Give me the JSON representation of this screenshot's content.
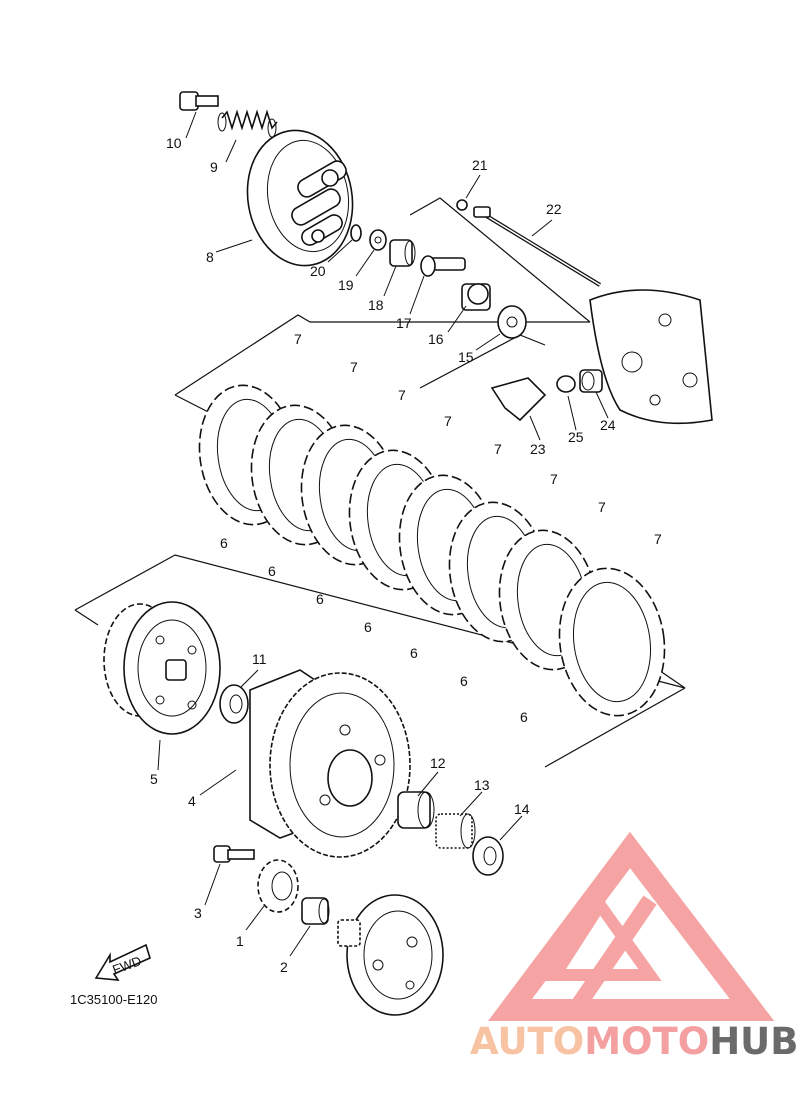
{
  "diagram": {
    "code": "1C35100-E120",
    "fwd": "FWD",
    "labels": {
      "p1": "1",
      "p2": "2",
      "p3": "3",
      "p4": "4",
      "p5": "5",
      "p6": "6",
      "p7": "7",
      "p8": "8",
      "p9": "9",
      "p10": "10",
      "p11": "11",
      "p12": "12",
      "p13": "13",
      "p14": "14",
      "p15": "15",
      "p16": "16",
      "p17": "17",
      "p18": "18",
      "p19": "19",
      "p20": "20",
      "p21": "21",
      "p22": "22",
      "p23": "23",
      "p24": "24",
      "p25": "25"
    }
  },
  "watermark": {
    "part1": "AUTO",
    "part2": "MOTO",
    "part3": "HUB",
    "color_triangle": "#f59a9a",
    "icon": "automotohub-logo-icon"
  }
}
